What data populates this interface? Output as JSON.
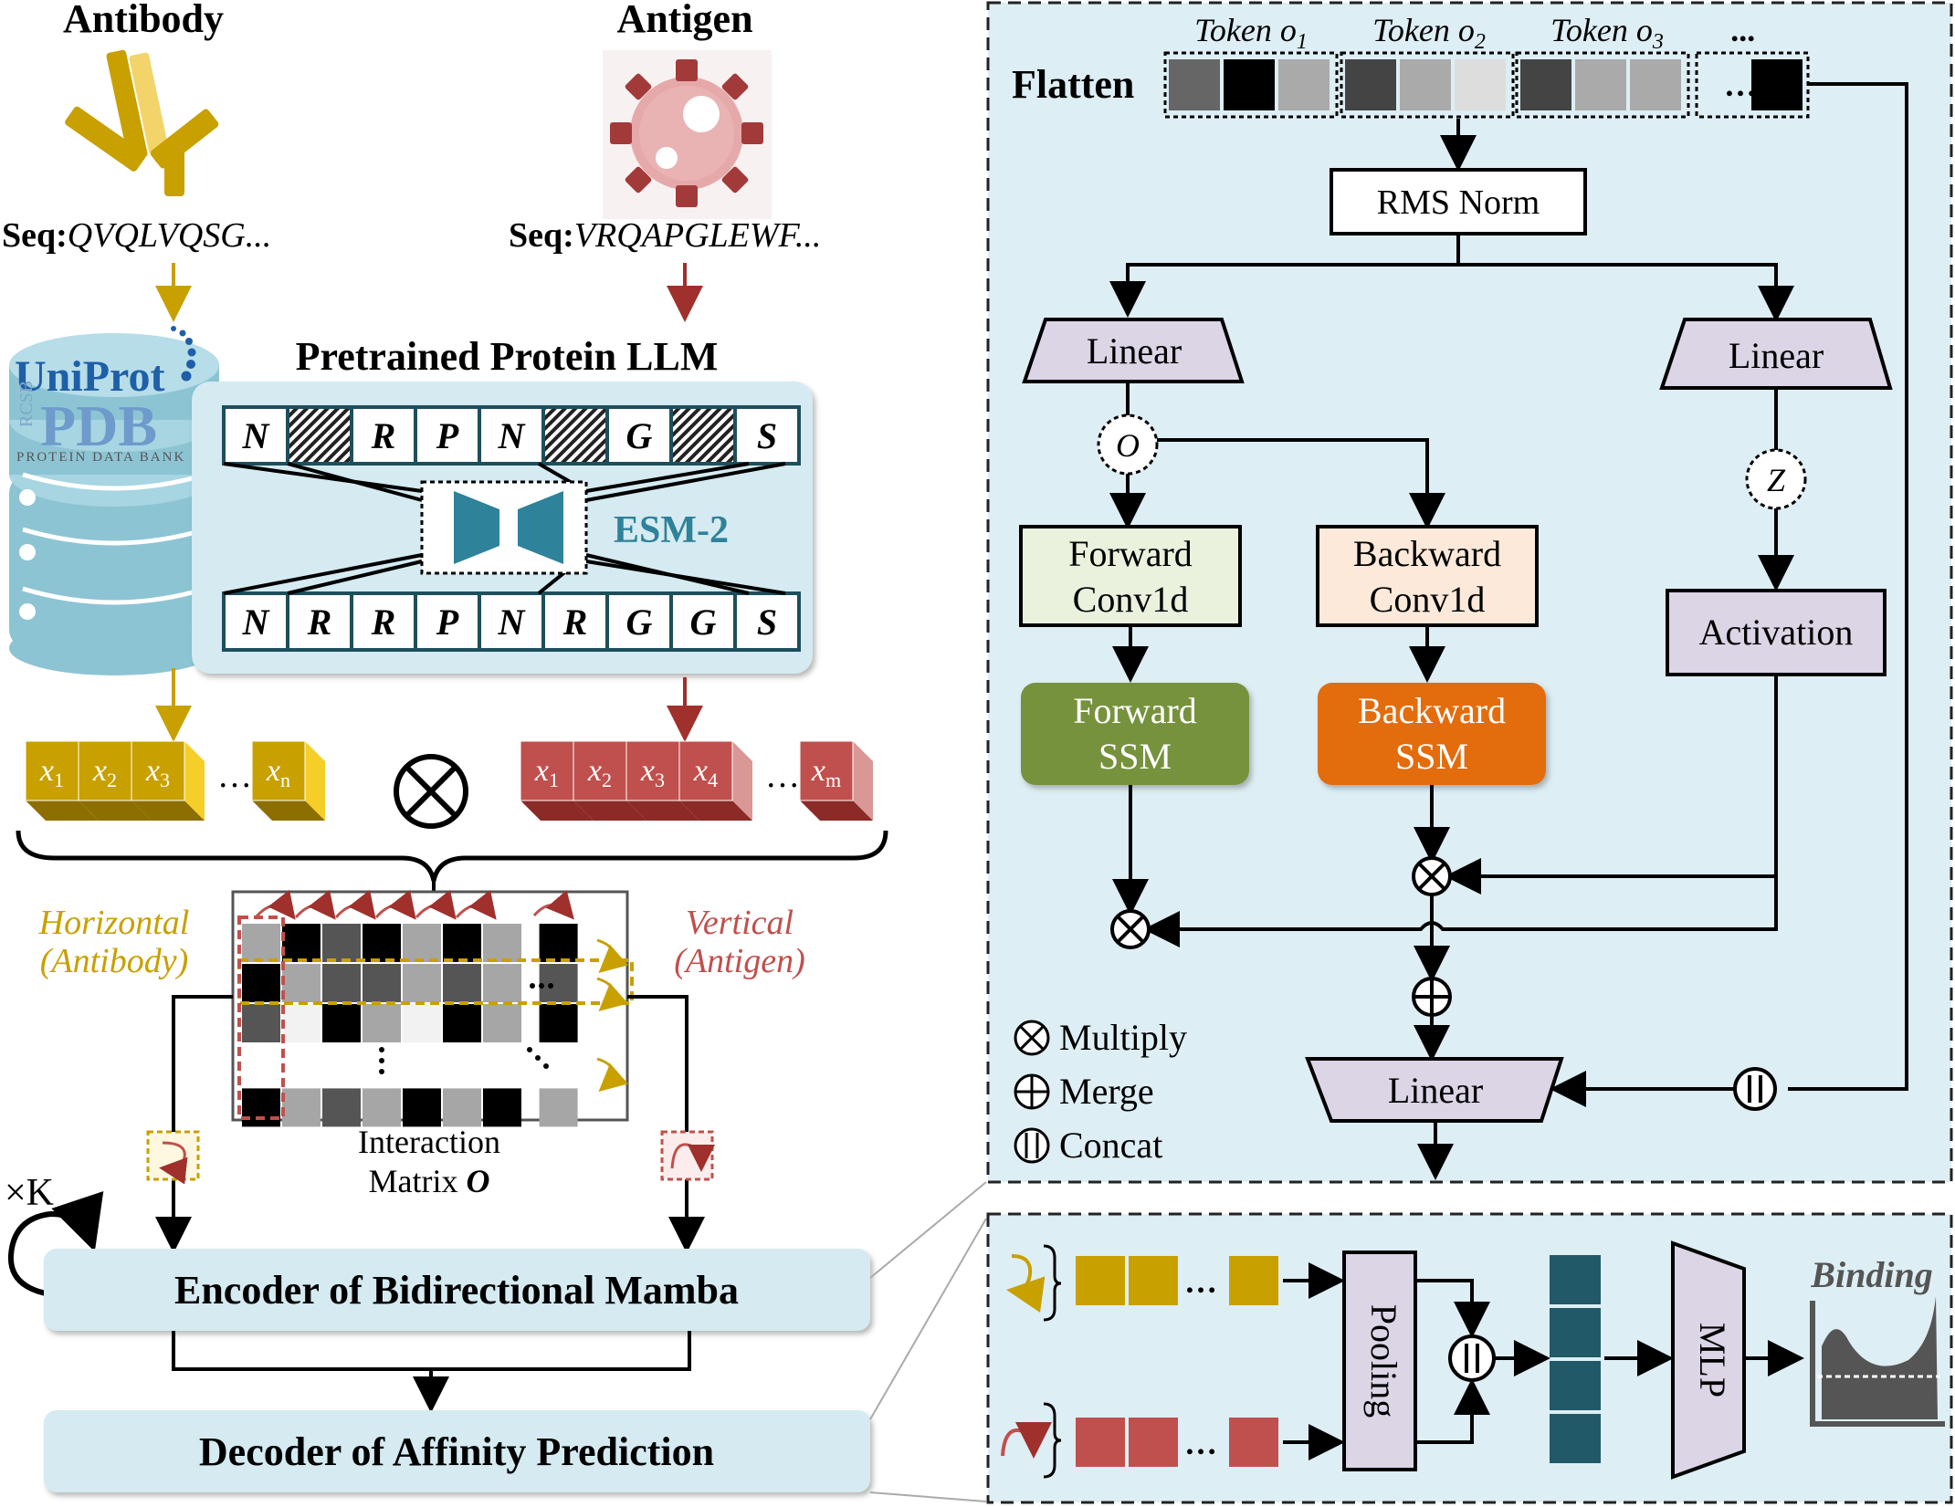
{
  "left": {
    "antibody_title": "Antibody",
    "antigen_title": "Antigen",
    "antibody_seq_label": "Seq:",
    "antibody_seq": "QVQLVQSG...",
    "antigen_seq_label": "Seq:",
    "antigen_seq": "VRQAPGLEWF...",
    "uniprot_logo": "UniProt",
    "pdb_logo": "PDB",
    "rcsb_logo": "RCSB",
    "pdb_subtitle": "PROTEIN DATA BANK",
    "llm_title": "Pretrained Protein LLM",
    "esm_label": "ESM-2",
    "top_tokens": [
      "N",
      "",
      "R",
      "P",
      "N",
      "",
      "G",
      "",
      "S"
    ],
    "bottom_tokens": [
      "N",
      "R",
      "R",
      "P",
      "N",
      "R",
      "G",
      "G",
      "S"
    ],
    "antibody_embeddings": [
      "x1",
      "x2",
      "x3",
      "...",
      "xn"
    ],
    "antigen_embeddings": [
      "x1",
      "x2",
      "x3",
      "x4",
      "...",
      "xm"
    ],
    "horizontal_label": "Horizontal",
    "horizontal_sub": "(Antibody)",
    "vertical_label": "Vertical",
    "vertical_sub": "(Antigen)",
    "matrix_caption_1": "Interaction",
    "matrix_caption_2": "Matrix",
    "matrix_caption_symbol": "O",
    "repeat_label": "×K",
    "encoder_label": "Encoder of Bidirectional Mamba",
    "decoder_label": "Decoder of Affinity Prediction"
  },
  "right": {
    "flatten_label": "Flatten",
    "tokens": [
      "Token o1",
      "Token o2",
      "Token o3",
      "..."
    ],
    "rms_norm": "RMS Norm",
    "linear_left": "Linear",
    "linear_right": "Linear",
    "linear_bottom": "Linear",
    "o_symbol": "O",
    "z_symbol": "Z",
    "forward_conv": [
      "Forward",
      "Conv1d"
    ],
    "backward_conv": [
      "Backward",
      "Conv1d"
    ],
    "forward_ssm": [
      "Forward",
      "SSM"
    ],
    "backward_ssm": [
      "Backward",
      "SSM"
    ],
    "activation": "Activation",
    "legend": [
      "Multiply",
      "Merge",
      "Concat"
    ],
    "pooling": "Pooling",
    "mlp": "MLP",
    "binding": "Binding"
  },
  "colors": {
    "gold": "#C8A000",
    "red": "#C0504D",
    "panel_bg": "#DDEEF4",
    "esm_teal": "#2E8299",
    "linear_fill": "#DCD5E6",
    "fwd_conv_fill": "#EAF1DD",
    "bwd_conv_fill": "#FDE9D9",
    "fwd_ssm_fill": "#76923C",
    "bwd_ssm_fill": "#E36C0A",
    "dark_teal": "#215968"
  }
}
